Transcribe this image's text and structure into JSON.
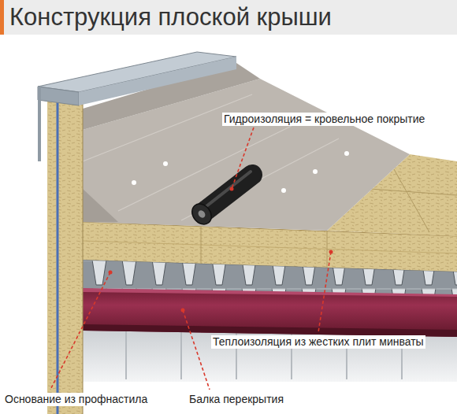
{
  "diagram": {
    "title": "Конструкция плоской крыши",
    "labels": [
      "Гидроизоляция = кровельное покрытие",
      "Теплоизоляция из жестких плит минваты",
      "Основание из профнастила",
      "Балка перекрытия"
    ]
  }
}
